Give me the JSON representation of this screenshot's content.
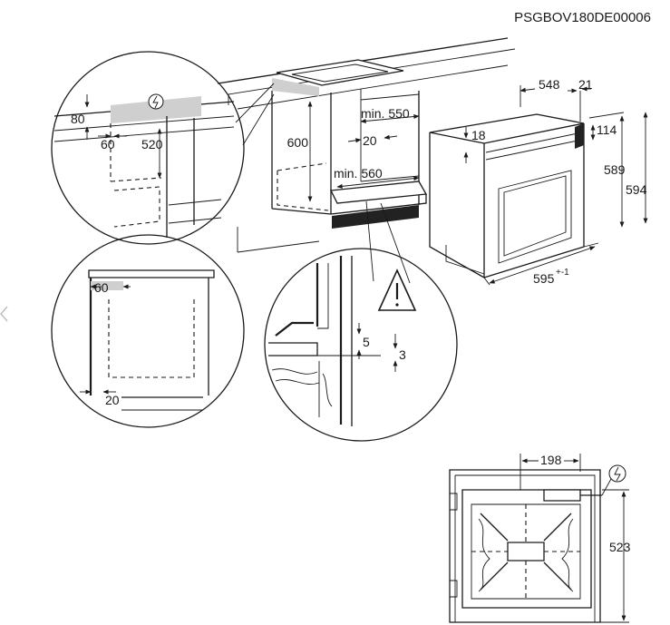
{
  "document_code": "PSGBOV180DE00006",
  "side_nav_icon": "chevron-left-icon",
  "warning_icon": "warning-triangle-icon",
  "electric_icon": "electric-plug-icon",
  "dimensions": {
    "cutout_depth_min": "min. 550",
    "cutout_width_min": "min. 560",
    "cutout_height": "600",
    "rear_gap": "20",
    "oven_depth": "548",
    "front_depth": "21",
    "oven_height": "589",
    "oven_total_height": "594",
    "top_offset": "114",
    "panel_offset": "18",
    "oven_width": "595",
    "oven_width_tolerance": "+-1",
    "socket_height": "80",
    "socket_depth": "60",
    "socket_top": "520",
    "side_gap_top": "60",
    "side_gap_bottom": "20",
    "base_gap": "5",
    "step_gap": "3",
    "rear_width": "198",
    "rear_height": "523"
  }
}
